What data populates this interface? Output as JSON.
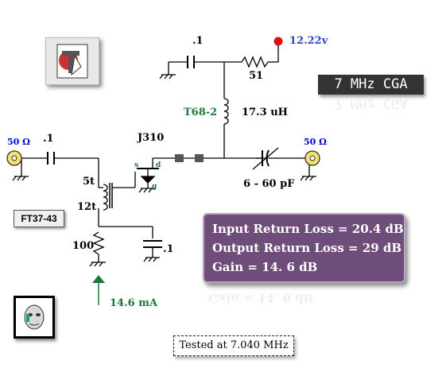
{
  "title": "7 MHz CGA",
  "source_voltage": "12.22v",
  "components": {
    "cap_supply": ".1",
    "resistor_supply": "51",
    "toroid_core": "T68-2",
    "inductance": "17.3 uH",
    "transistor": "J310",
    "pin_s": "s",
    "pin_d": "d",
    "pin_g": "g",
    "cap_input": ".1",
    "turns_top": "5t",
    "turns_bottom": "12t",
    "transformer_core": "FT37-43",
    "resistor_source": "100",
    "cap_source": ".1",
    "trimmer": "6 - 60 pF",
    "current": "14.6 mA"
  },
  "ports": {
    "input_impedance": "50 Ω",
    "output_impedance": "50 Ω"
  },
  "results": {
    "input_return_loss": "Input Return Loss = 20.4 dB",
    "output_return_loss": "Output Return Loss = 29 dB",
    "gain": "Gain = 14. 6 dB"
  },
  "tested_at": "Tested at 7.040 MHz",
  "colors": {
    "source_label": "#3344cc",
    "port_label": "#0000cc",
    "core_label": "#1a7a3a",
    "current_label": "#1a7a3a",
    "supply_dot": "#dd1111",
    "results_bg": "#6f4d7b"
  }
}
